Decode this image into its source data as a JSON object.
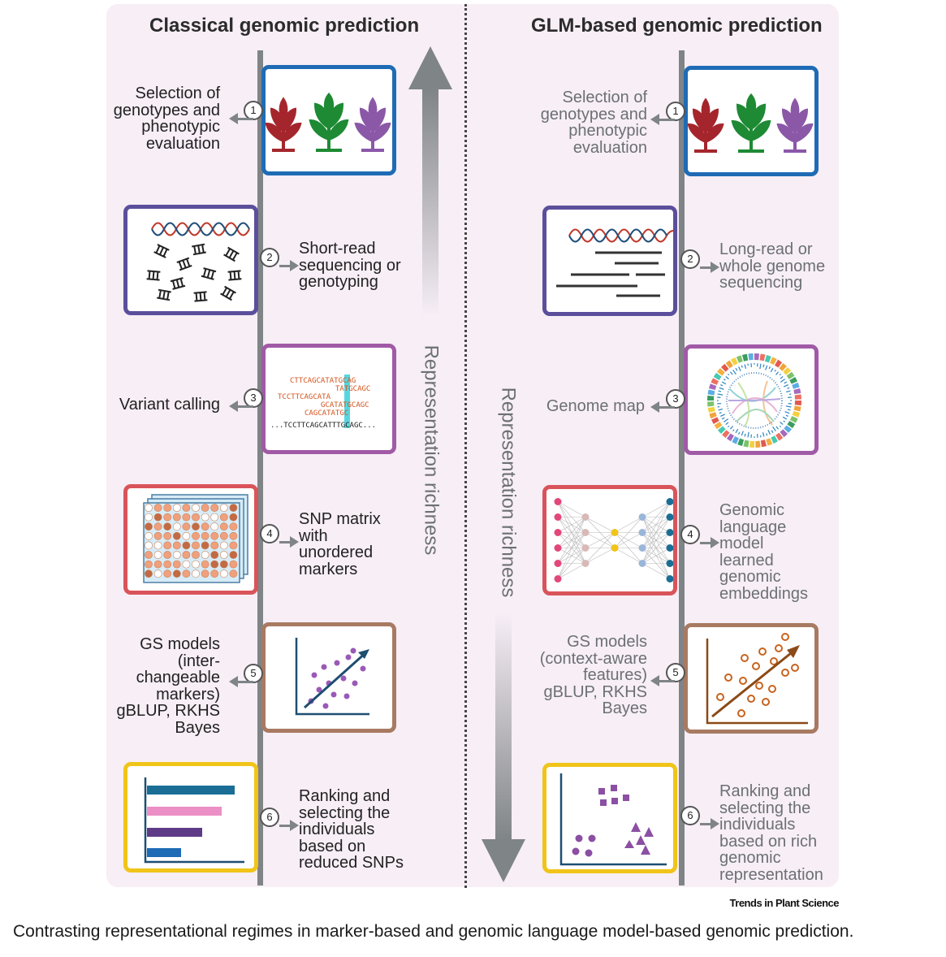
{
  "classical": {
    "title": "Classical genomic prediction",
    "steps": [
      {
        "n": "1",
        "label": "Selection of\ngenotypes and\nphenotypic\nevaluation"
      },
      {
        "n": "2",
        "label": "Short-read\nsequencing or\ngenotyping"
      },
      {
        "n": "3",
        "label": "Variant calling"
      },
      {
        "n": "4",
        "label": "SNP matrix\nwith\nunordered\nmarkers"
      },
      {
        "n": "5",
        "label": "GS models\n(inter-\nchangeable\nmarkers)\ngBLUP, RKHS\nBayes"
      },
      {
        "n": "6",
        "label": "Ranking and\nselecting the\nindividuals\nbased on\nreduced SNPs"
      }
    ],
    "sequences": [
      "CTTCAGCATATGCAG",
      "TATGCAGC",
      "TCCTTCAGCATA",
      "GCATATGCAGC",
      "CAGCATATGC",
      "...TCCTTCAGCATTTGCAGC..."
    ]
  },
  "glm": {
    "title": "GLM-based genomic prediction",
    "steps": [
      {
        "n": "1",
        "label": "Selection of\ngenotypes and\nphenotypic\nevaluation"
      },
      {
        "n": "2",
        "label": "Long-read or\nwhole genome\nsequencing"
      },
      {
        "n": "3",
        "label": "Genome map"
      },
      {
        "n": "4",
        "label": "Genomic\nlanguage\nmodel\nlearned\ngenomic\nembeddings"
      },
      {
        "n": "5",
        "label": "GS models\n(context-aware\nfeatures)\ngBLUP, RKHS\nBayes"
      },
      {
        "n": "6",
        "label": "Ranking and\nselecting the\nindividuals\nbased on rich\ngenomic\nrepresentation"
      }
    ]
  },
  "richness": {
    "up_label": "Representation richness",
    "down_label": "Representation richness"
  },
  "credit": "Trends in Plant Science",
  "caption": "Contrasting representational regimes in marker-based and genomic language model-based genomic prediction.",
  "colors": {
    "panel_bg": "#f7eef6",
    "spine": "#7f8486",
    "box_blue": "#1f6bb5",
    "box_indigo": "#5b4f9c",
    "box_magenta": "#a15aa6",
    "box_red": "#d9545a",
    "box_brown": "#a87a62",
    "box_yellow": "#f0c419",
    "plant_red": "#a4262c",
    "plant_green": "#1e8a34",
    "plant_purple": "#8b58a8"
  }
}
